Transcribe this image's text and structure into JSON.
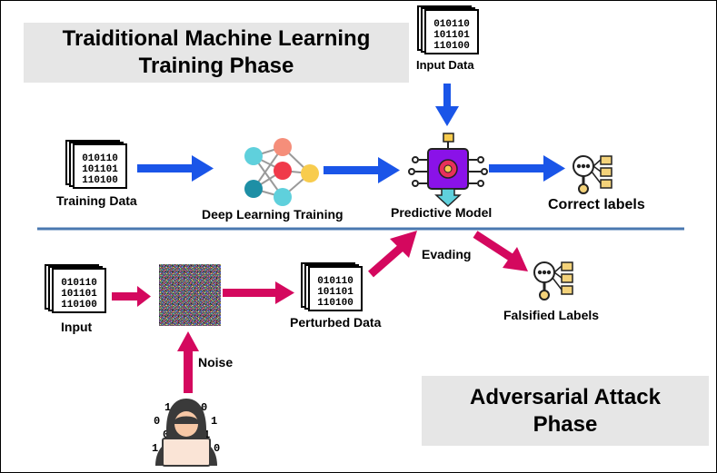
{
  "title_training": {
    "line1": "Traiditional Machine Learning",
    "line2": "Training Phase"
  },
  "title_attack": {
    "line1": "Adversarial Attack",
    "line2": "Phase"
  },
  "labels": {
    "input_data": "Input Data",
    "training_data": "Training Data",
    "deep_learning_training": "Deep Learning Training",
    "predictive_model": "Predictive Model",
    "correct_labels": "Correct labels",
    "input": "Input",
    "perturbed_data": "Perturbed Data",
    "evading": "Evading",
    "falsified_labels": "Falsified Labels",
    "noise": "Noise"
  },
  "binary_lines": [
    "010110",
    "101101",
    "110100"
  ],
  "hacker_digits": [
    "1",
    "0",
    "0",
    "1",
    "0",
    "1",
    "1",
    "0"
  ],
  "colors": {
    "blue_arrow": "#1a55e8",
    "magenta_arrow": "#d4085e",
    "divider": "#4a78b0",
    "panel_bg": "#e6e6e6",
    "model_chip": "#8a12e8",
    "neuron_salmon": "#f58e7a",
    "neuron_red": "#f03a4a",
    "neuron_teal": "#1e8fa5",
    "neuron_cyan": "#5fd0dc",
    "neuron_yellow": "#f8cc4e",
    "label_icon_yellow": "#f3d27a"
  }
}
